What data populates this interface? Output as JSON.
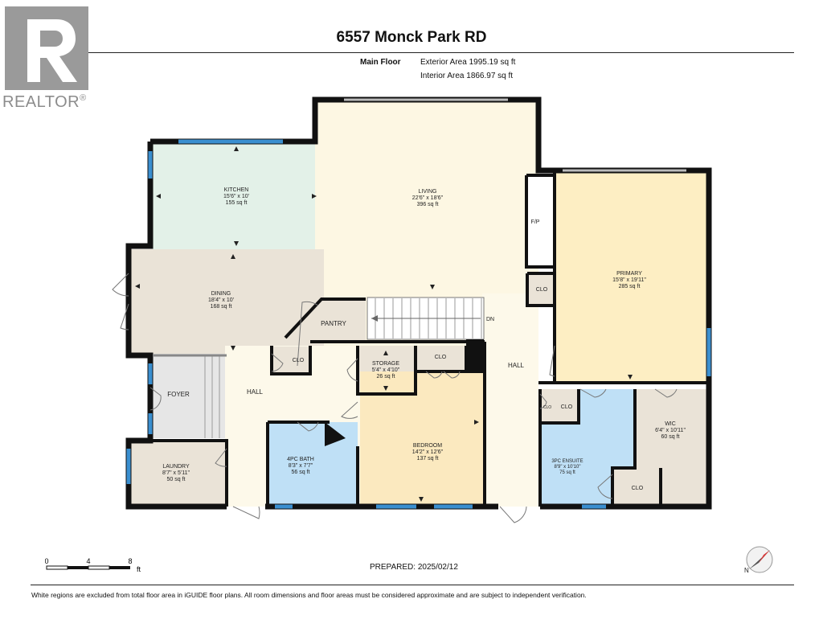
{
  "header": {
    "title": "6557 Monck Park RD",
    "floor": "Main Floor",
    "exterior_area": "Exterior Area 1995.19 sq ft",
    "interior_area": "Interior Area 1866.97 sq ft"
  },
  "logo": {
    "text": "REALTOR®",
    "icon": "realtor-r-logo"
  },
  "rooms": {
    "kitchen": {
      "name": "KITCHEN",
      "dims": "15'6\" x 10'",
      "area": "155 sq ft",
      "color": "#e3f1e8"
    },
    "living": {
      "name": "LIVING",
      "dims": "22'6\" x 18'6\"",
      "area": "396 sq ft",
      "color": "#fdf7e3"
    },
    "dining": {
      "name": "DINING",
      "dims": "18'4\" x 10'",
      "area": "168 sq ft",
      "color": "#eae3d7"
    },
    "primary": {
      "name": "PRIMARY",
      "dims": "15'8\" x 19'11\"",
      "area": "285 sq ft",
      "color": "#fdeec3"
    },
    "storage": {
      "name": "STORAGE",
      "dims": "5'4\" x 4'10\"",
      "area": "26 sq ft",
      "color": "#eae3d7"
    },
    "bedroom": {
      "name": "BEDROOM",
      "dims": "14'2\" x 12'6\"",
      "area": "137 sq ft",
      "color": "#fbe9bf"
    },
    "bath4": {
      "name": "4PC BATH",
      "dims": "8'3\" x 7'7\"",
      "area": "56 sq ft",
      "color": "#bfe0f6"
    },
    "laundry": {
      "name": "LAUNDRY",
      "dims": "8'7\" x 5'11\"",
      "area": "50 sq ft",
      "color": "#eae3d7"
    },
    "ensuite": {
      "name": "3PC ENSUITE",
      "dims": "8'9\" x 10'10\"",
      "area": "75 sq ft",
      "color": "#bfe0f6"
    },
    "wic": {
      "name": "WIC",
      "dims": "6'4\" x 10'11\"",
      "area": "60 sq ft",
      "color": "#eae3d7"
    }
  },
  "labels": {
    "pantry": "PANTRY",
    "foyer": "FOYER",
    "hall_left": "HALL",
    "hall_right": "HALL",
    "fp": "F/P",
    "dn": "DN",
    "clo": "CLO"
  },
  "scale": {
    "ticks": [
      "0",
      "4",
      "8"
    ],
    "unit": "ft"
  },
  "prepared": "PREPARED: 2025/02/12",
  "disclaimer": "White regions are excluded from total floor area in iGUIDE floor plans. All room dimensions and floor areas must be considered approximate and are subject to independent verification.",
  "colors": {
    "wall": "#111111",
    "window": "#3a8fd0",
    "hall": "#fdf9ea",
    "foyer": "#e6e6e6"
  }
}
